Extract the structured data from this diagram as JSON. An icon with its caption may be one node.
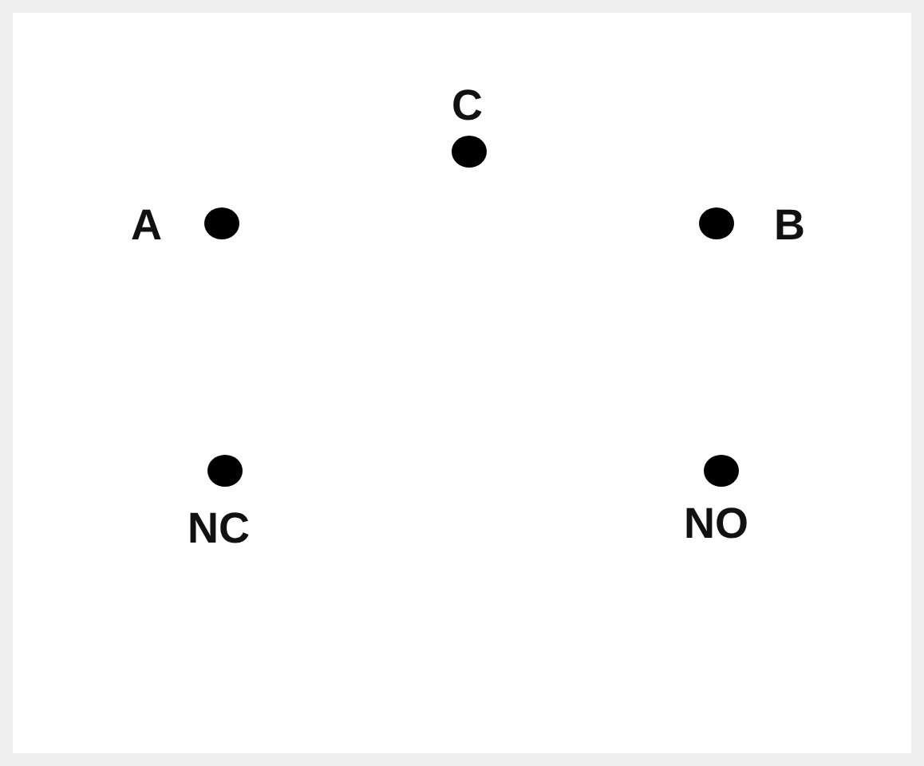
{
  "diagram": {
    "nodes": [
      {
        "text": [
          "C"
        ]
      },
      {
        "text": [
          "A"
        ]
      },
      {
        "text": [
          "B"
        ]
      },
      {
        "text": [
          "NC"
        ]
      },
      {
        "text": [
          "NO"
        ]
      }
    ]
  }
}
